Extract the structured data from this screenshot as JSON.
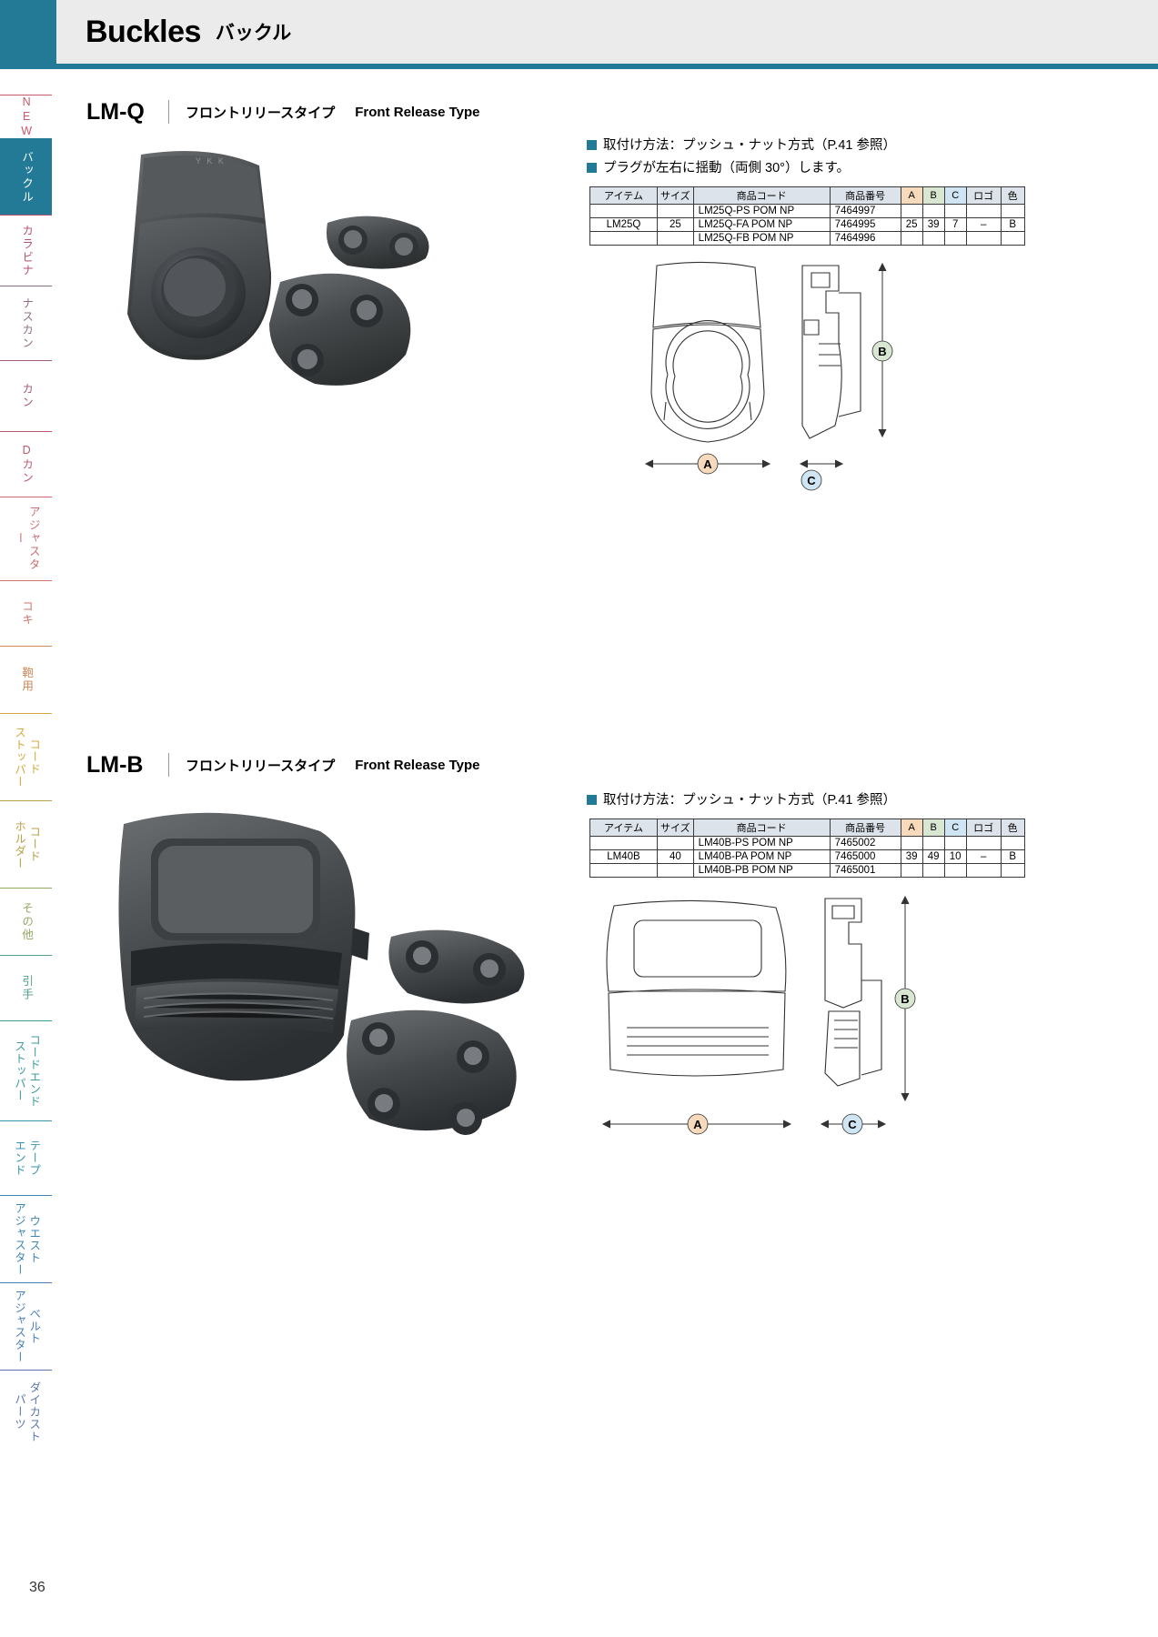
{
  "header": {
    "title": "Buckles",
    "subtitle": "バックル"
  },
  "sidebar": {
    "items": [
      {
        "label": "NEW",
        "orientation": "horizontal",
        "color": "#c8586c",
        "active": false
      },
      {
        "label": "バックル",
        "orientation": "vertical",
        "color": "#ffffff",
        "active": true
      },
      {
        "label": "カラビナ",
        "orientation": "vertical",
        "color": "#b5536b",
        "active": false
      },
      {
        "label": "ナスカン",
        "orientation": "vertical",
        "color": "#8e6f86",
        "active": false
      },
      {
        "label": "カン",
        "orientation": "vertical",
        "color": "#a35a72",
        "active": false
      },
      {
        "label": "Dカン",
        "orientation": "vertical",
        "color": "#c05a6e",
        "active": false
      },
      {
        "label": "アジャスター",
        "orientation": "vertical",
        "color": "#cc6b72",
        "active": false
      },
      {
        "label": "コキ",
        "orientation": "vertical",
        "color": "#d0756e",
        "active": false
      },
      {
        "label": "鞄用",
        "orientation": "vertical",
        "color": "#cf8757",
        "active": false
      },
      {
        "label": "コードストッパー",
        "orientation": "vertical-2col",
        "col1": "コード",
        "col2": "ストッパー",
        "color": "#d5a93f",
        "active": false
      },
      {
        "label": "コードホルダー",
        "orientation": "vertical-2col",
        "col1": "コード",
        "col2": "ホルダー",
        "color": "#b8a14a",
        "active": false
      },
      {
        "label": "その他",
        "orientation": "vertical",
        "color": "#8fa862",
        "active": false
      },
      {
        "label": "引手",
        "orientation": "vertical",
        "color": "#4f9e88",
        "active": false
      },
      {
        "label": "コードエンドストッパー",
        "orientation": "vertical-2col",
        "col1": "コードエンド",
        "col2": "ストッパー",
        "color": "#3f9c9c",
        "active": false
      },
      {
        "label": "テープエンド",
        "orientation": "vertical-2col",
        "col1": "テープ",
        "col2": "エンド",
        "color": "#3a94ac",
        "active": false
      },
      {
        "label": "ウエストアジャスター",
        "orientation": "vertical-2col",
        "col1": "ウエスト",
        "col2": "アジャスター",
        "color": "#3f86b4",
        "active": false
      },
      {
        "label": "ベルトアジャスター",
        "orientation": "vertical-2col",
        "col1": "ベルト",
        "col2": "アジャスター",
        "color": "#4b7fb6",
        "active": false
      },
      {
        "label": "ダイカストパーツ",
        "orientation": "vertical-2col",
        "col1": "ダイカスト",
        "col2": "パーツ",
        "color": "#5a76ad",
        "active": false
      }
    ]
  },
  "sections": [
    {
      "code": "LM-Q",
      "type_jp": "フロントリリースタイプ",
      "type_en": "Front Release Type",
      "notes": [
        "取付け方法：プッシュ・ナット方式（P.41 参照）",
        "プラグが左右に揺動（両側 30°）します。"
      ],
      "table": {
        "headers": [
          "アイテム",
          "サイズ",
          "商品コード",
          "商品番号",
          "A",
          "B",
          "C",
          "ロゴ",
          "色"
        ],
        "item": "LM25Q",
        "size": "25",
        "rows": [
          {
            "code": "LM25Q-PS POM NP",
            "number": "7464997"
          },
          {
            "code": "LM25Q-FA POM NP",
            "number": "7464995"
          },
          {
            "code": "LM25Q-FB POM NP",
            "number": "7464996"
          }
        ],
        "A": "25",
        "B": "39",
        "C": "7",
        "logo": "–",
        "color": "B"
      },
      "dimension_labels": {
        "A": "A",
        "B": "B",
        "C": "C"
      }
    },
    {
      "code": "LM-B",
      "type_jp": "フロントリリースタイプ",
      "type_en": "Front Release Type",
      "notes": [
        "取付け方法：プッシュ・ナット方式（P.41 参照）"
      ],
      "table": {
        "headers": [
          "アイテム",
          "サイズ",
          "商品コード",
          "商品番号",
          "A",
          "B",
          "C",
          "ロゴ",
          "色"
        ],
        "item": "LM40B",
        "size": "40",
        "rows": [
          {
            "code": "LM40B-PS POM NP",
            "number": "7465002"
          },
          {
            "code": "LM40B-PA POM NP",
            "number": "7465000"
          },
          {
            "code": "LM40B-PB POM NP",
            "number": "7465001"
          }
        ],
        "A": "39",
        "B": "49",
        "C": "10",
        "logo": "–",
        "color": "B"
      },
      "dimension_labels": {
        "A": "A",
        "B": "B",
        "C": "C"
      }
    }
  ],
  "footer": {
    "page_number": "36"
  },
  "colors": {
    "brand": "#227a96",
    "header_bg": "#ebebeb",
    "col_a": "#f7d9bc",
    "col_b": "#d9e7d2",
    "col_c": "#cfe5f3",
    "table_header": "#dde3ea"
  }
}
